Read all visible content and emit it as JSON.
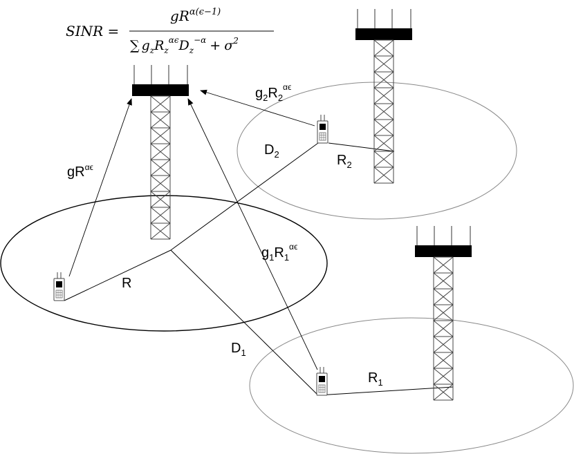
{
  "formula": {
    "lhs": "SINR =",
    "numerator": {
      "base": "gR",
      "exp": "α(ϵ−1)"
    },
    "denominator": {
      "sum": "∑",
      "g": "g",
      "g_sub": "z",
      "R": "R",
      "R_sub": "z",
      "R_exp": "αϵ",
      "D": "D",
      "D_sub": "z",
      "D_exp": "−α",
      "plus": "+",
      "sigma": "σ",
      "sigma_exp": "2"
    }
  },
  "labels": {
    "gR": {
      "base": "gR",
      "sup": "αϵ"
    },
    "g2R2": {
      "g": "g",
      "g_sub": "2",
      "R": "R",
      "R_sub": "2",
      "sup": "αϵ"
    },
    "g1R1": {
      "g": "g",
      "g_sub": "1",
      "R": "R",
      "R_sub": "1",
      "sup": "αϵ"
    },
    "R": "R",
    "D1": {
      "base": "D",
      "sub": "1"
    },
    "D2": {
      "base": "D",
      "sub": "2"
    },
    "R1": {
      "base": "R",
      "sub": "1"
    },
    "R2": {
      "base": "R",
      "sub": "2"
    }
  },
  "icons": [
    "cell-tower-icon",
    "mobile-phone-icon"
  ]
}
